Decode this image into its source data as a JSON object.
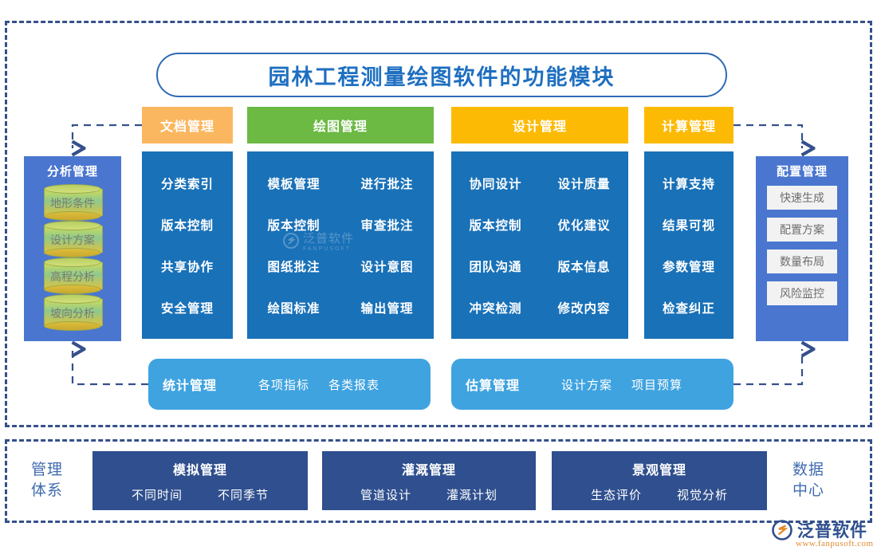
{
  "title": "园林工程测量绘图软件的功能模块",
  "columns": [
    {
      "header": "文档管理",
      "color": "#fbb760",
      "groups": [
        [
          "分类索引",
          "版本控制",
          "共享协作",
          "安全管理"
        ]
      ]
    },
    {
      "header": "绘图管理",
      "color": "#6cb944",
      "groups": [
        [
          "模板管理",
          "版本控制",
          "图纸批注",
          "绘图标准"
        ],
        [
          "进行批注",
          "审查批注",
          "设计意图",
          "输出管理"
        ]
      ]
    },
    {
      "header": "设计管理",
      "color": "#fdba05",
      "groups": [
        [
          "协同设计",
          "版本控制",
          "团队沟通",
          "冲突检测"
        ],
        [
          "设计质量",
          "优化建议",
          "版本信息",
          "修改内容"
        ]
      ]
    },
    {
      "header": "计算管理",
      "color": "#fdba05",
      "groups": [
        [
          "计算支持",
          "结果可视",
          "参数管理",
          "检查纠正"
        ]
      ]
    }
  ],
  "left_sidebar": {
    "title": "分析管理",
    "items": [
      "地形条件",
      "设计方案",
      "高程分析",
      "坡向分析"
    ]
  },
  "right_sidebar": {
    "title": "配置管理",
    "items": [
      "快速生成",
      "配置方案",
      "数量布局",
      "风险监控"
    ]
  },
  "lower_panels": [
    {
      "title": "统计管理",
      "items": [
        "各项指标",
        "各类报表"
      ]
    },
    {
      "title": "估算管理",
      "items": [
        "设计方案",
        "项目预算"
      ]
    }
  ],
  "bottom_bar": {
    "left_label_line1": "管理",
    "left_label_line2": "体系",
    "right_label_line1": "数据",
    "right_label_line2": "中心",
    "boxes": [
      {
        "title": "模拟管理",
        "items": [
          "不同时间",
          "不同季节"
        ]
      },
      {
        "title": "灌溉管理",
        "items": [
          "管道设计",
          "灌溉计划"
        ]
      },
      {
        "title": "景观管理",
        "items": [
          "生态评价",
          "视觉分析"
        ]
      }
    ]
  },
  "watermark": {
    "text": "泛普软件",
    "sub": "FANPUSOFT"
  },
  "logo": {
    "text": "泛普软件",
    "url": "www.fanpusoft.com"
  },
  "colors": {
    "frame": "#35508c",
    "title_text": "#1e6fc0",
    "panel_blue": "#1971b8",
    "sidebar_blue": "#4a76d0",
    "round_blue": "#3fa3e0",
    "bottom_navy": "#2f4f8e"
  }
}
